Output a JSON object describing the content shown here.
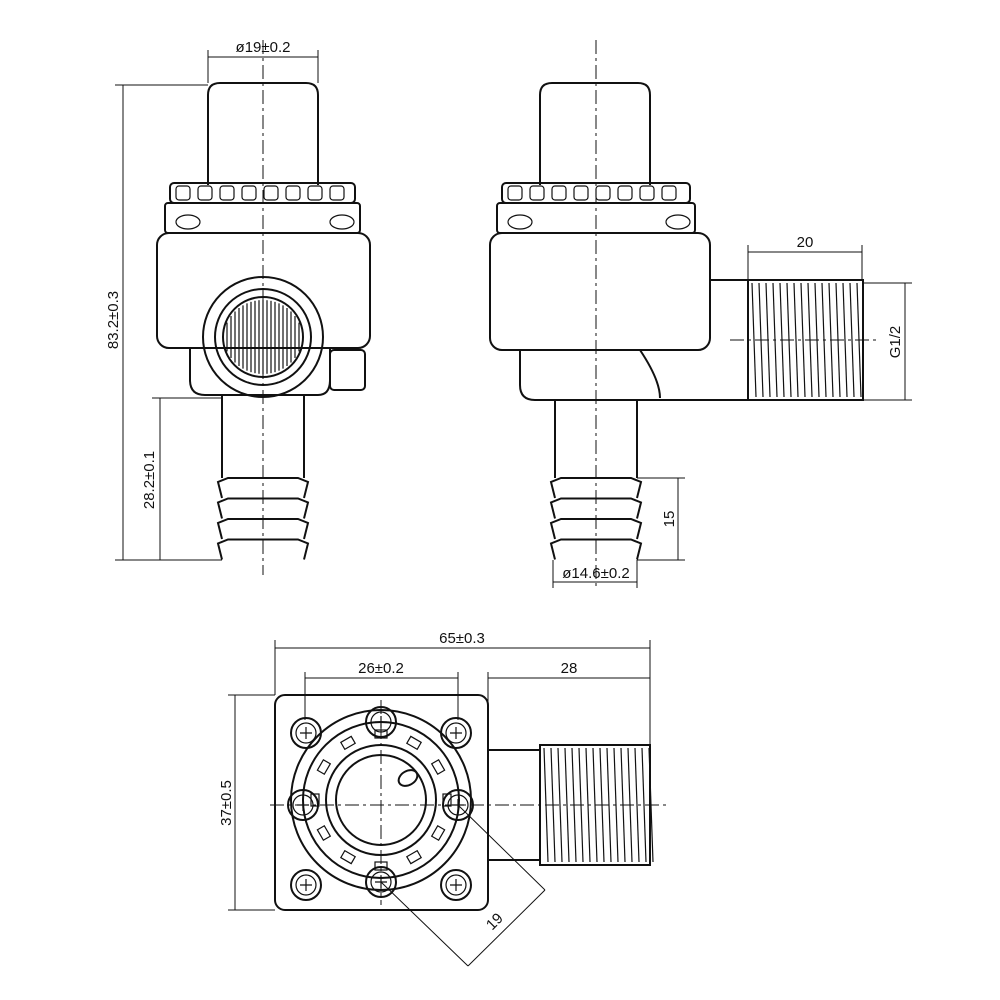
{
  "drawing": {
    "front_view": {
      "cap_diameter": "ø19±0.2",
      "total_height": "83.2±0.3",
      "barb_height": "28.2±0.1"
    },
    "side_view": {
      "thread_length": "20",
      "thread_spec": "G1/2",
      "barb_length": "15",
      "barb_diameter": "ø14.6±0.2"
    },
    "bottom_view": {
      "total_width": "65±0.3",
      "screw_spacing": "26±0.2",
      "thread_offset": "28",
      "plate_height": "37±0.5",
      "diagonal": "19"
    },
    "colors": {
      "line": "#111111",
      "background": "#ffffff"
    }
  }
}
